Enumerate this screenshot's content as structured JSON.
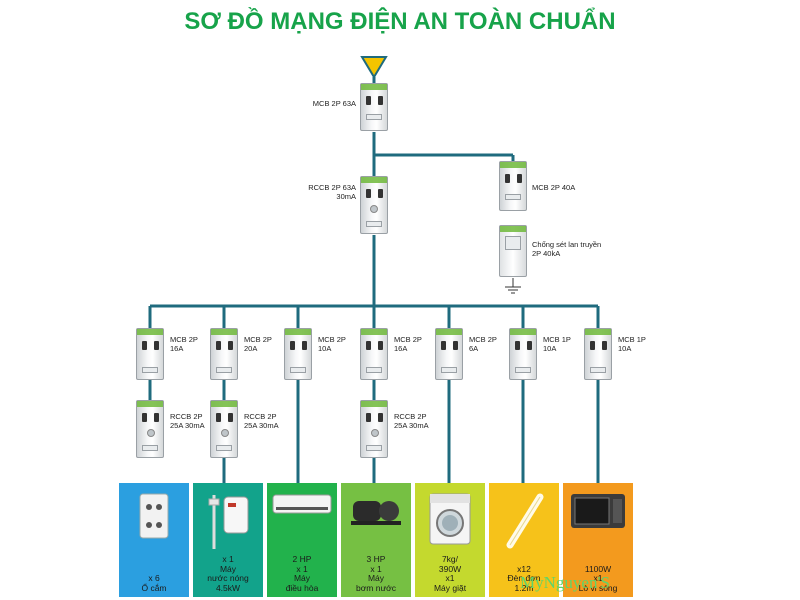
{
  "title": "SƠ ĐỒ MẠNG ĐIỆN AN TOÀN CHUẨN",
  "main": {
    "mcb_main": "MCB 2P 63A",
    "rccb_main": "RCCB 2P 63A\n30mA",
    "mcb_spd": "MCB 2P 40A",
    "spd": "Chống sét lan truyền\n2P 40kA"
  },
  "branches": [
    {
      "mcb": "MCB 2P\n16A",
      "rccb": "RCCB 2P\n25A 30mA",
      "load": "x 6\nỔ cắm",
      "color": "#2b9fe0",
      "icon": "socket-icon"
    },
    {
      "mcb": "MCB 2P\n20A",
      "rccb": "RCCB 2P\n25A 30mA",
      "load": "x 1\nMáy\nnước nóng\n4.5kW",
      "color": "#12a38b",
      "icon": "water-heater-icon"
    },
    {
      "mcb": "MCB 2P\n10A",
      "rccb": "",
      "load": "2 HP\nx 1\nMáy\nđiều hòa",
      "color": "#22b24c",
      "icon": "air-conditioner-icon"
    },
    {
      "mcb": "MCB 2P\n16A",
      "rccb": "RCCB 2P\n25A 30mA",
      "load": "3 HP\nx 1\nMáy\nbơm nước",
      "color": "#76c043",
      "icon": "water-pump-icon"
    },
    {
      "mcb": "MCB 2P\n6A",
      "rccb": "",
      "load": "7kg/\n390W\nx1\nMáy giặt",
      "color": "#c4d92e",
      "icon": "washing-machine-icon"
    },
    {
      "mcb": "MCB 1P\n10A",
      "rccb": "",
      "load": "x12\nĐèn đơn\n1.2m",
      "color": "#f6c21a",
      "icon": "tube-light-icon"
    },
    {
      "mcb": "MCB 1P\n10A",
      "rccb": "",
      "load": "1100W\nx1\nLò vi sóng",
      "color": "#f39a1e",
      "icon": "microwave-icon"
    }
  ],
  "watermark": "MyNguyen'S",
  "colors": {
    "wire": "#1f6b7e",
    "title": "#17a34a",
    "arrow": "#f4c400"
  }
}
